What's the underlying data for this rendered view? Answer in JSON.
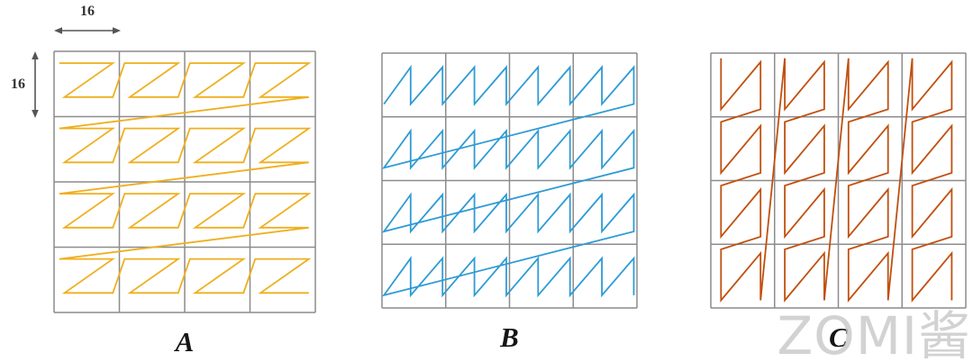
{
  "figure": {
    "dimensions": {
      "top_label": "16",
      "left_label": "16"
    },
    "grid_color": "#8c8c8c",
    "panels": [
      {
        "label": "A",
        "color": "#EFAF1E",
        "pattern": "z-horizontal",
        "grid": {
          "rows": 4,
          "cols": 4
        }
      },
      {
        "label": "B",
        "color": "#2F9BD5",
        "pattern": "sawtooth-horizontal",
        "grid": {
          "rows": 4,
          "cols": 4
        }
      },
      {
        "label": "C",
        "color": "#C0500F",
        "pattern": "z-vertical",
        "grid": {
          "rows": 4,
          "cols": 4
        }
      }
    ],
    "watermark": "ZOMI酱"
  }
}
